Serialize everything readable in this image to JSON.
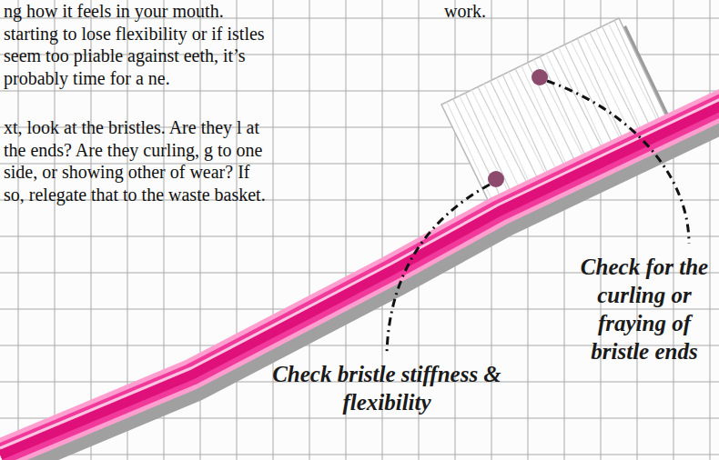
{
  "diagram": {
    "labels": [
      "ng how it feels in your mouth. starting to lose flexibility or if istles seem too pliable against eeth, it’s probably time for a ne.",
      "xt, look at the bristles. Are they l at the ends? Are they curling, g to one side, or showing other of wear? If so, relegate that to the waste basket.",
      "work.",
      "Check bristle stiffness & flexibility",
      "Check for the curling or fraying of bristle ends"
    ]
  }
}
